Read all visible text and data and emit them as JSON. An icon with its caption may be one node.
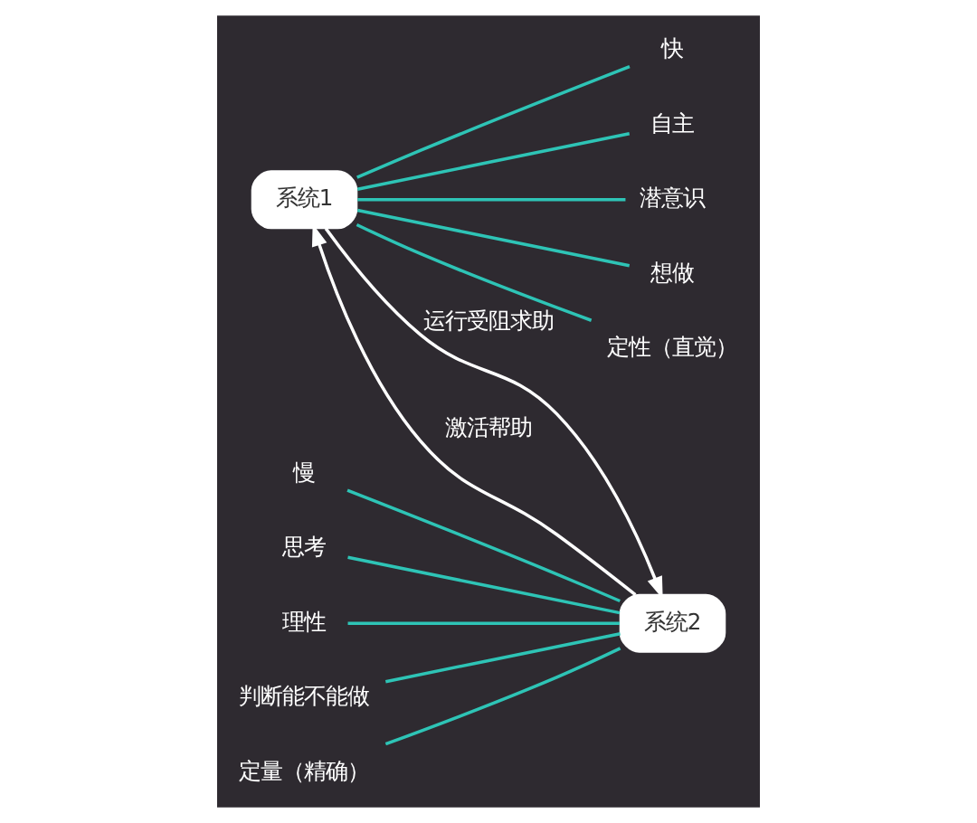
{
  "diagram": {
    "nodes": [
      {
        "text": [
          "系统1"
        ]
      },
      {
        "text": [
          "快"
        ]
      },
      {
        "text": [
          "自主"
        ]
      },
      {
        "text": [
          "潜意识"
        ]
      },
      {
        "text": [
          "想做"
        ]
      },
      {
        "text": [
          "定性（直觉）"
        ]
      },
      {
        "text": [
          "系统2"
        ]
      },
      {
        "text": [
          "慢"
        ]
      },
      {
        "text": [
          "思考"
        ]
      },
      {
        "text": [
          "理性"
        ]
      },
      {
        "text": [
          "判断能不能做"
        ]
      },
      {
        "text": [
          "定量（精确）"
        ]
      }
    ],
    "edges": [
      {
        "from": 0,
        "to": 6,
        "arrow": "to",
        "label": "运行受阻求助",
        "color": "#ffffff"
      },
      {
        "from": 6,
        "to": 0,
        "arrow": "to",
        "label": "激活帮助",
        "color": "#ffffff"
      },
      {
        "from": 0,
        "to": 1,
        "arrow": "none"
      },
      {
        "from": 0,
        "to": 2,
        "arrow": "none"
      },
      {
        "from": 0,
        "to": 3,
        "arrow": "none"
      },
      {
        "from": 0,
        "to": 4,
        "arrow": "none"
      },
      {
        "from": 0,
        "to": 5,
        "arrow": "none"
      },
      {
        "from": 6,
        "to": 7,
        "arrow": "none"
      },
      {
        "from": 6,
        "to": 8,
        "arrow": "none"
      },
      {
        "from": 6,
        "to": 9,
        "arrow": "none"
      },
      {
        "from": 6,
        "to": 10,
        "arrow": "none"
      },
      {
        "from": 6,
        "to": 11,
        "arrow": "none"
      }
    ]
  }
}
